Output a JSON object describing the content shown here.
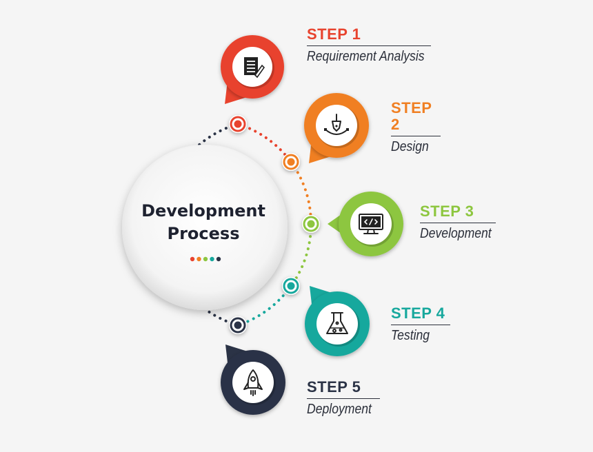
{
  "center": {
    "title_line1": "Development",
    "title_line2": "Process",
    "dot_colors": [
      "#e8432e",
      "#f07f22",
      "#8dc63f",
      "#17a89d",
      "#2b3346"
    ]
  },
  "steps": [
    {
      "title": "STEP 1",
      "desc": "Requirement Analysis",
      "color": "#e8432e",
      "icon": "document-pencil-icon"
    },
    {
      "title": "STEP 2",
      "desc": "Design",
      "color": "#f07f22",
      "icon": "pen-tool-icon"
    },
    {
      "title": "STEP 3",
      "desc": "Development",
      "color": "#8dc63f",
      "icon": "code-monitor-icon"
    },
    {
      "title": "STEP 4",
      "desc": "Testing",
      "color": "#17a89d",
      "icon": "flask-icon"
    },
    {
      "title": "STEP 5",
      "desc": "Deployment",
      "color": "#2b3346",
      "icon": "rocket-icon"
    }
  ],
  "connector_color": "#2b3346"
}
